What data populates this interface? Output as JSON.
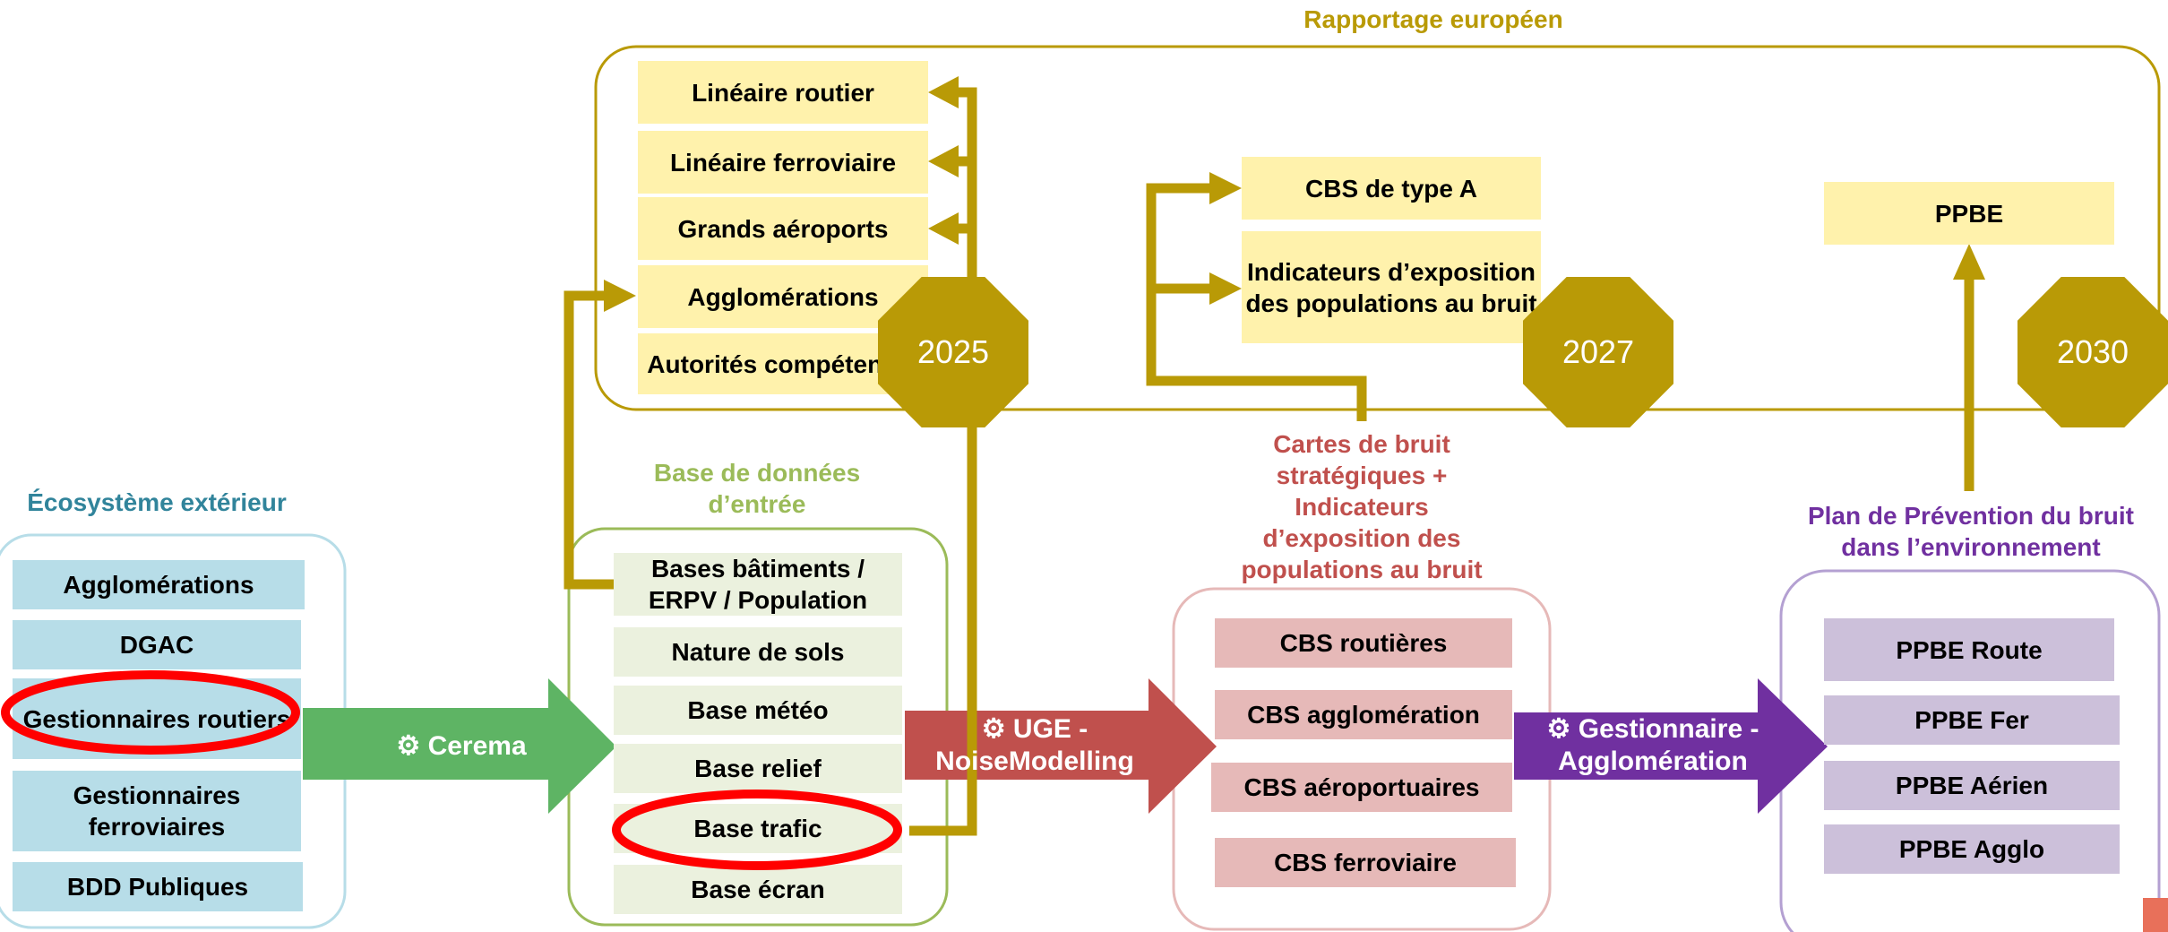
{
  "colors": {
    "olive": "#b99a06",
    "teal_title": "#31849b",
    "green_title": "#9bbb59",
    "red_title": "#c0504d",
    "purple_title": "#7030a0",
    "cerema_arrow": "#5eb464",
    "uge_arrow": "#c0504d",
    "gestionnaire_arrow": "#7030a0",
    "highlight_ellipse": "#ff0000"
  },
  "rapportage": {
    "title": "Rapportage européen"
  },
  "ecosysteme": {
    "title": "Écosystème extérieur",
    "items": [
      "Agglomérations",
      "DGAC",
      "Gestionnaires routiers",
      "Gestionnaires ferroviaires",
      "BDD Publiques"
    ]
  },
  "bdd": {
    "title": "Base de données d’entrée",
    "items": [
      "Bases bâtiments / ERPV / Population",
      "Nature de sols",
      "Base météo",
      "Base relief",
      "Base trafic",
      "Base écran"
    ]
  },
  "reporting_2025": {
    "items": [
      "Linéaire routier",
      "Linéaire ferroviaire",
      "Grands aéroports",
      "Agglomérations",
      "Autorités compétentes"
    ],
    "year": "2025"
  },
  "reporting_2027": {
    "items": [
      "CBS de type A",
      "Indicateurs d’exposition des populations au bruit"
    ],
    "year": "2027"
  },
  "reporting_2030": {
    "items": [
      "PPBE"
    ],
    "year": "2030"
  },
  "cbs": {
    "title": "Cartes de bruit stratégiques + Indicateurs d’exposition des populations au bruit",
    "items": [
      "CBS routières",
      "CBS agglomération",
      "CBS aéroportuaires",
      "CBS ferroviaire"
    ]
  },
  "ppbe": {
    "title": "Plan de Prévention du bruit dans l’environnement",
    "items": [
      "PPBE Route",
      "PPBE Fer",
      "PPBE Aérien",
      "PPBE Agglo"
    ]
  },
  "arrows": {
    "cerema": "⚙ Cerema",
    "uge": "⚙ UGE - NoiseModelling",
    "gestionnaire": "⚙ Gestionnaire - Agglomération"
  }
}
